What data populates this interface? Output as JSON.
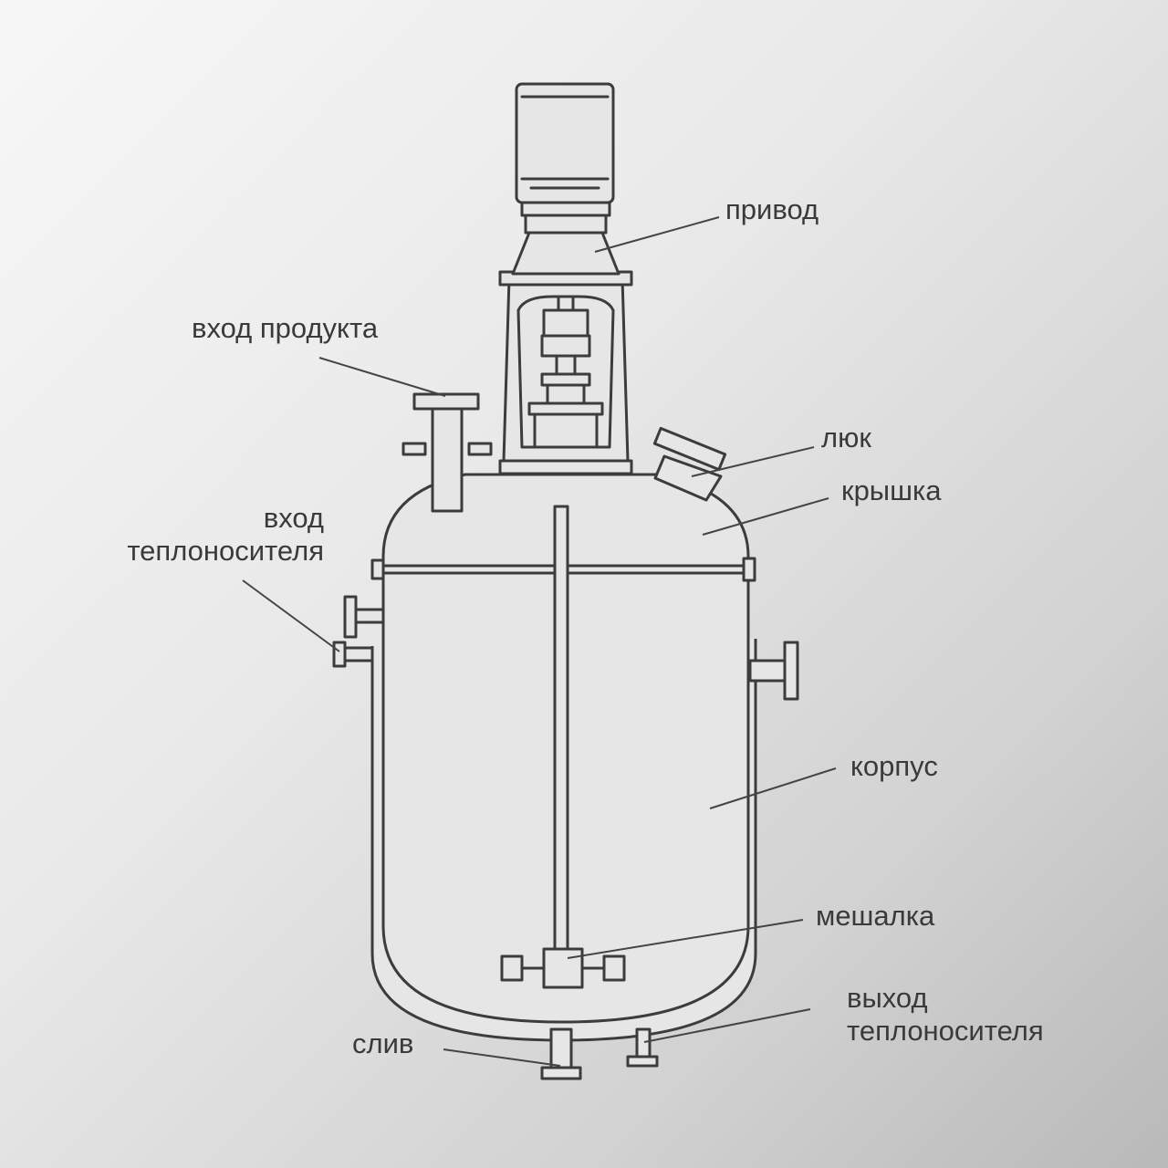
{
  "labels": {
    "drive": "привод",
    "product_inlet": "вход продукта",
    "hatch": "люк",
    "lid": "крышка",
    "coolant_inlet_line1": "вход",
    "coolant_inlet_line2": "теплоносителя",
    "body": "корпус",
    "agitator": "мешалка",
    "coolant_outlet_line1": "выход",
    "coolant_outlet_line2": "теплоносителя",
    "drain": "слив"
  },
  "colors": {
    "line": "#3c3c3c",
    "fill": "#e6e6e6",
    "text": "#3a3a3a"
  }
}
